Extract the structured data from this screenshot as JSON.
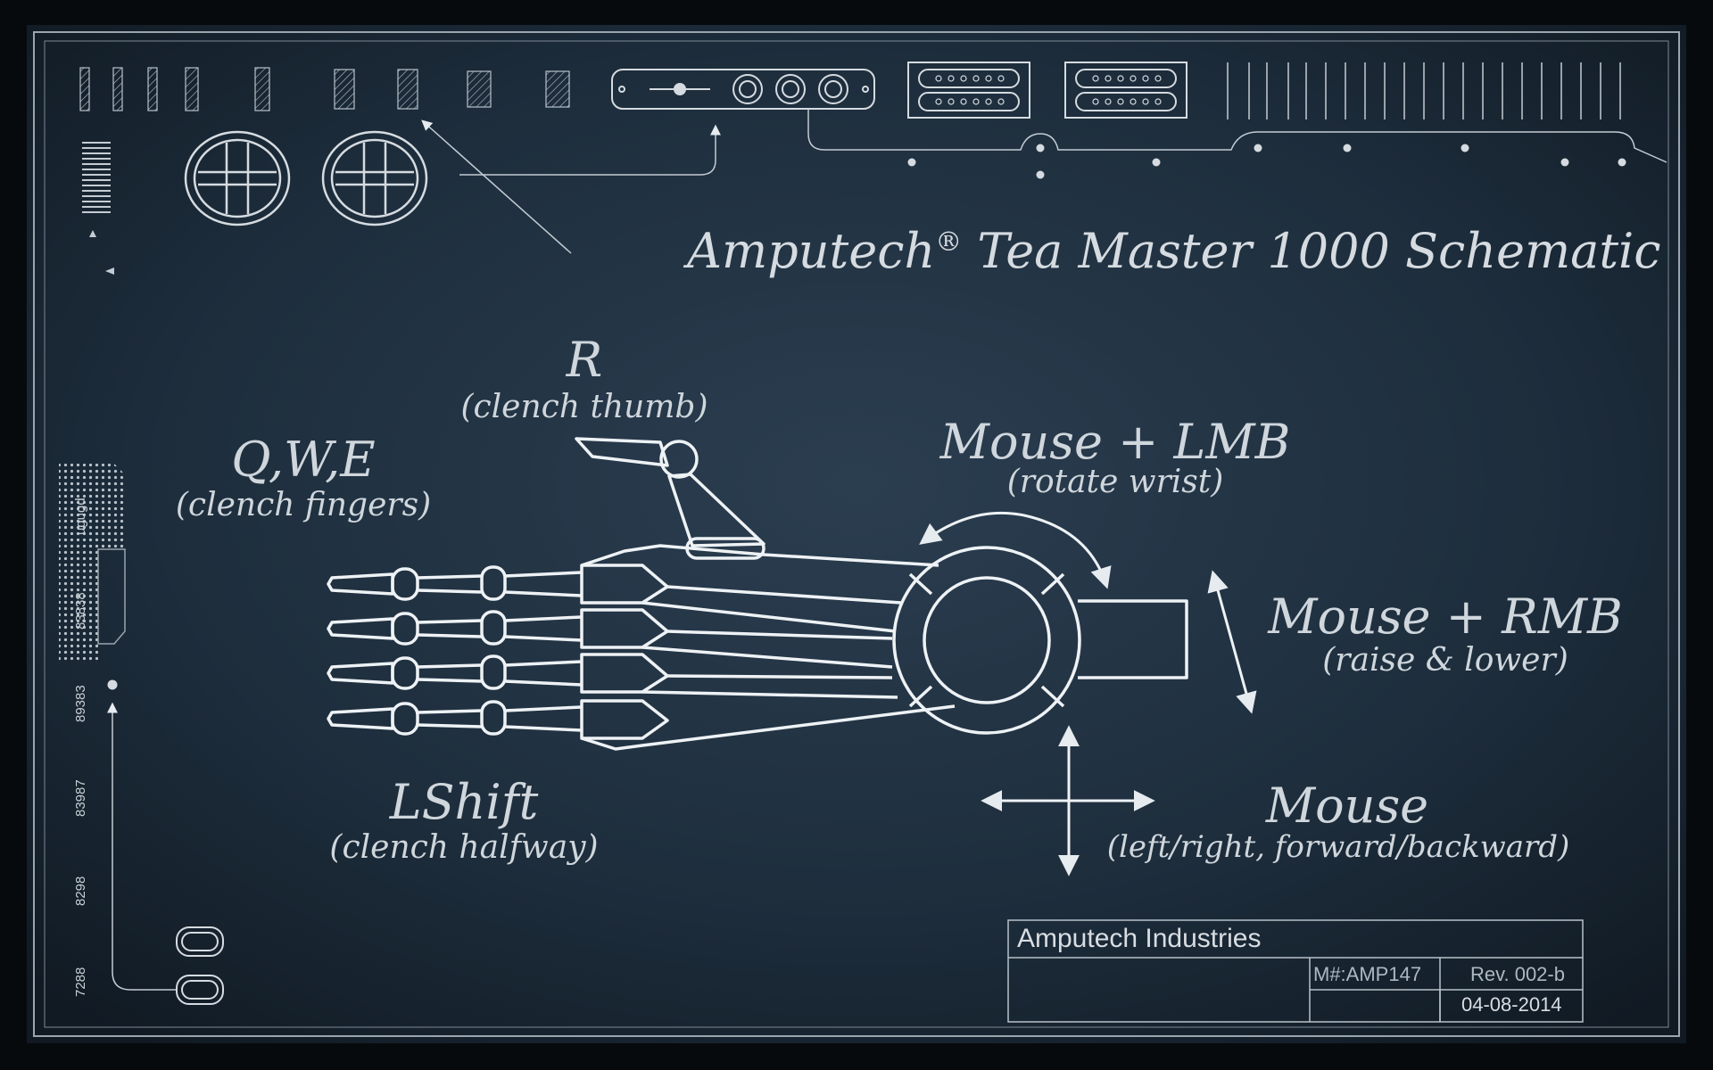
{
  "title": {
    "brand": "Amputech",
    "registered": "®",
    "rest": " Tea Master 1000 Schematic"
  },
  "controls": {
    "r": {
      "key": "R",
      "desc": "(clench thumb)"
    },
    "qwe": {
      "key": "Q,W,E",
      "desc": "(clench fingers)"
    },
    "lmb": {
      "key": "Mouse + LMB",
      "desc": "(rotate wrist)"
    },
    "rmb": {
      "key": "Mouse + RMB",
      "desc": "(raise & lower)"
    },
    "lshift": {
      "key": "LShift",
      "desc": "(clench halfway)"
    },
    "mouse": {
      "key": "Mouse",
      "desc": "(left/right, forward/backward)"
    }
  },
  "title_block": {
    "company": "Amputech Industries",
    "model": "M#:AMP147",
    "revision": "Rev. 002-b",
    "date": "04-08-2014"
  },
  "side_numbers": [
    "ugugd",
    "83838",
    "89383",
    "83987",
    "8298",
    "7288"
  ],
  "colors": {
    "background": "#1b2a38",
    "line": "#e6ebef",
    "frame": "#9aa5ae"
  }
}
